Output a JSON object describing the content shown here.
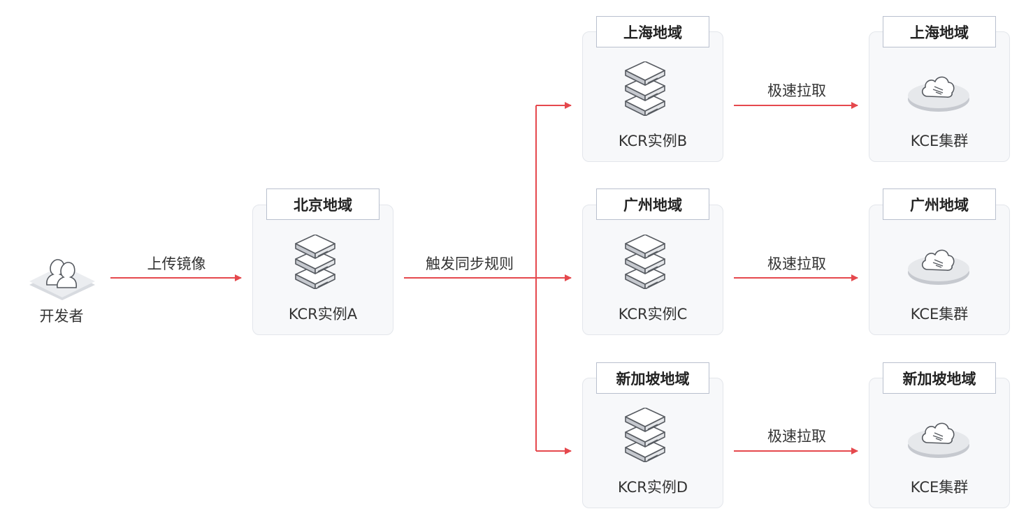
{
  "developer": {
    "label": "开发者",
    "icon": "developers-icon"
  },
  "source": {
    "region": "北京地域",
    "instance": "KCR实例A",
    "icon": "server-icon"
  },
  "edges": {
    "upload": "上传镜像",
    "trigger": "触发同步规则"
  },
  "targets": [
    {
      "region": "上海地域",
      "instance": "KCR实例B",
      "pull": "极速拉取",
      "cluster_region": "上海地域",
      "cluster": "KCE集群"
    },
    {
      "region": "广州地域",
      "instance": "KCR实例C",
      "pull": "极速拉取",
      "cluster_region": "广州地域",
      "cluster": "KCE集群"
    },
    {
      "region": "新加坡地域",
      "instance": "KCR实例D",
      "pull": "极速拉取",
      "cluster_region": "新加坡地域",
      "cluster": "KCE集群"
    }
  ],
  "colors": {
    "arrow": "#e5484d",
    "box_bg": "#f7f8fa",
    "tag_border": "#b9c0ce"
  }
}
